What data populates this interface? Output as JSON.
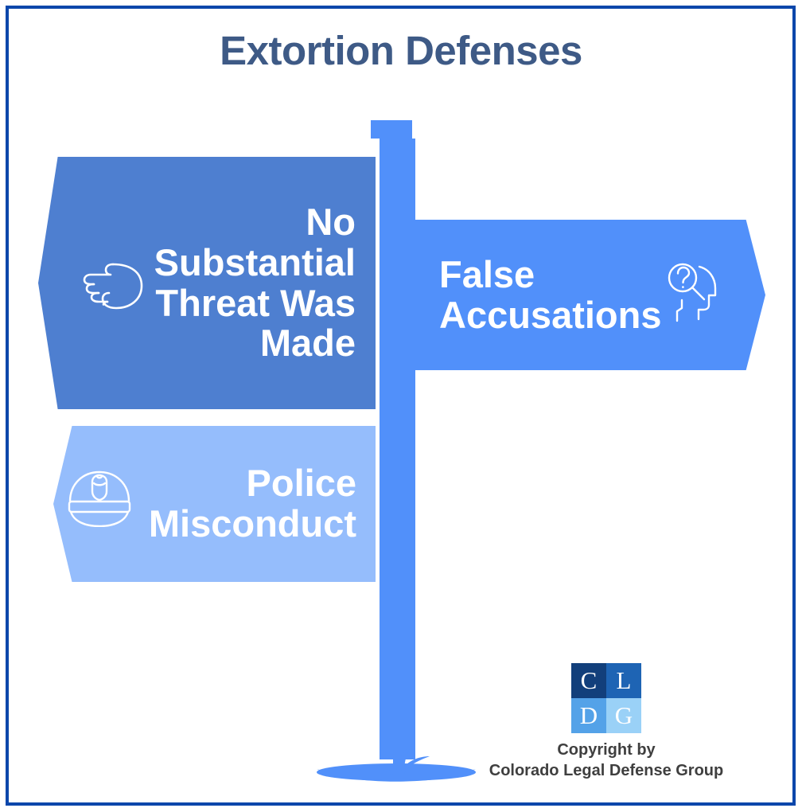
{
  "title": "Extortion Defenses",
  "theme": {
    "frame_border": "#0b47ab",
    "title_color": "#3e5a86",
    "post_color": "#5190fa",
    "sign_1_color": "#4e7fd0",
    "sign_2_color": "#5190fa",
    "sign_3_color": "#95bdfc",
    "sign_text_color": "#ffffff",
    "copyright_color": "#3f3f3f"
  },
  "signs": [
    {
      "id": "no-threat",
      "label": "No Substantial Threat Was Made",
      "lines": [
        "No",
        "Substantial",
        "Threat Was",
        "Made"
      ],
      "direction": "left",
      "color": "#4e7fd0",
      "icon": "pointing-hand-icon"
    },
    {
      "id": "false-accusations",
      "label": "False Accusations",
      "lines": [
        "False",
        "Accusations"
      ],
      "direction": "right",
      "color": "#5190fa",
      "icon": "head-question-magnifier-icon"
    },
    {
      "id": "police-misconduct",
      "label": "Police Misconduct",
      "lines": [
        "Police",
        "Misconduct"
      ],
      "direction": "left",
      "color": "#95bdfc",
      "icon": "police-cap-icon"
    }
  ],
  "logo": {
    "cells": [
      {
        "letter": "C",
        "color": "#123f7b"
      },
      {
        "letter": "L",
        "color": "#1e64b4"
      },
      {
        "letter": "D",
        "color": "#54a2e8"
      },
      {
        "letter": "G",
        "color": "#9ad1f7"
      }
    ],
    "copyright_line_1": "Copyright by",
    "copyright_line_2": "Colorado Legal Defense Group"
  }
}
